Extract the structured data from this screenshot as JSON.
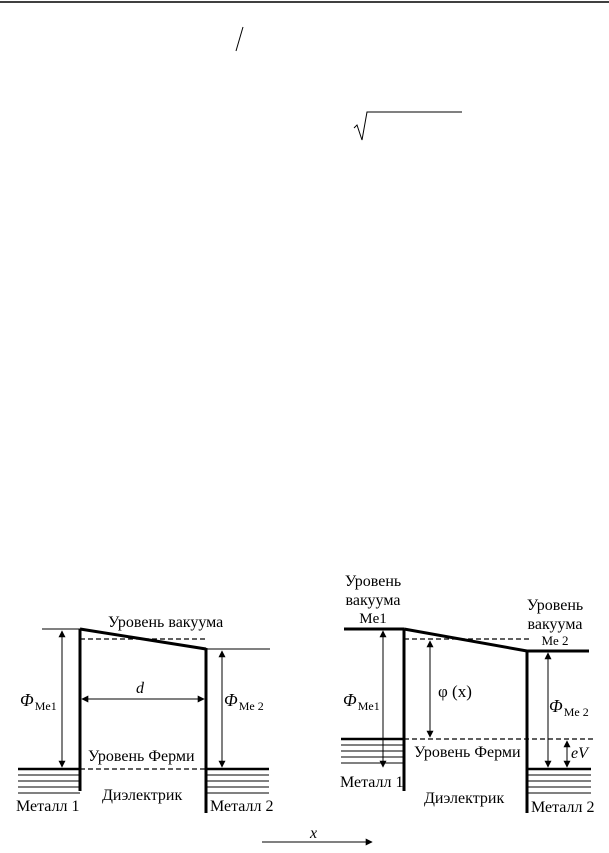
{
  "diagram_left": {
    "vacuum_level": "Уровень вакуума",
    "fermi_level": "Уровень Ферми",
    "phi_me1_main": "Φ",
    "phi_me1_sub": "Me1",
    "phi_me2_main": "Φ",
    "phi_me2_sub": "Me 2",
    "width_label": "d",
    "metal1": "Металл 1",
    "metal2": "Металл 2",
    "dielectric": "Диэлектрик"
  },
  "diagram_right": {
    "vacuum_me1_line1": "Уровень",
    "vacuum_me1_line2": "вакуума",
    "vacuum_me1_line3": "Me1",
    "vacuum_me2_line1": "Уровень",
    "vacuum_me2_line2": "вакуума",
    "vacuum_me2_line3": "Me 2",
    "phi_x": "φ (x)",
    "fermi_level": "Уровень Ферми",
    "phi_me1_main": "Φ",
    "phi_me1_sub": "Me1",
    "phi_me2_main": "Φ",
    "phi_me2_sub": "Me 2",
    "ev": "eV",
    "metal1": "Металл 1",
    "metal2": "Металл 2",
    "dielectric": "Диэлектрик"
  },
  "x_axis_label": "x"
}
